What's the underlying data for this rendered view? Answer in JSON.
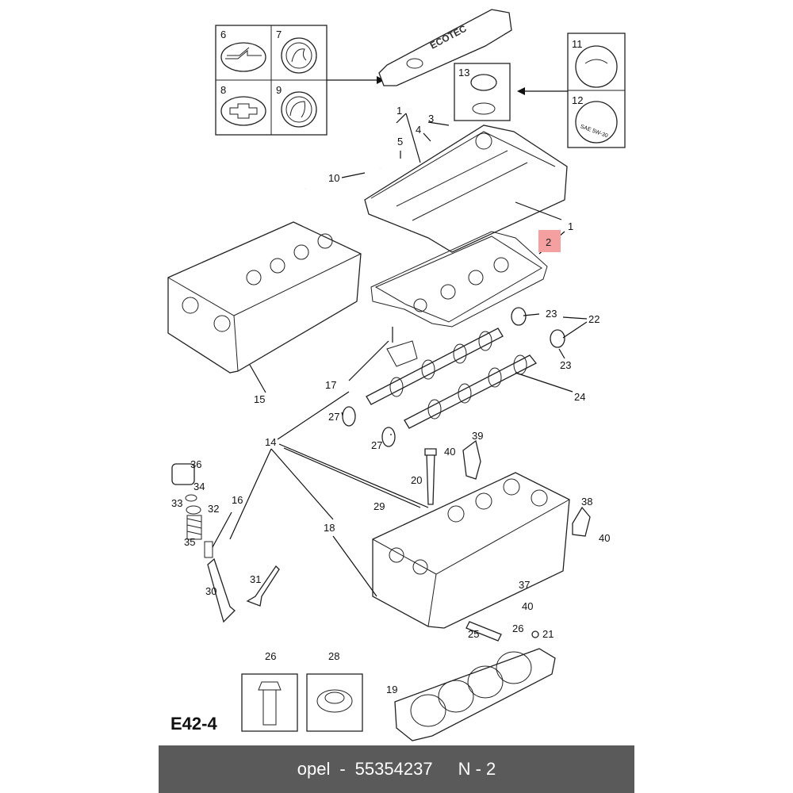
{
  "sheet_code": "E42-4",
  "footer": {
    "brand": "opel",
    "separator": "-",
    "part_number": "55354237",
    "page": "N - 2"
  },
  "highlight_color": "#f4a0a0",
  "footer_bg": "#5a5a5a",
  "engine_cover_text": "ECOTEC",
  "oil_cap_text": "SAE 5W-30",
  "callouts": [
    {
      "id": "c1a",
      "label": "1"
    },
    {
      "id": "c1b",
      "label": "1"
    },
    {
      "id": "c2",
      "label": "2",
      "highlighted": true
    },
    {
      "id": "c3",
      "label": "3"
    },
    {
      "id": "c4",
      "label": "4"
    },
    {
      "id": "c5",
      "label": "5"
    },
    {
      "id": "c6",
      "label": "6"
    },
    {
      "id": "c7",
      "label": "7"
    },
    {
      "id": "c8",
      "label": "8"
    },
    {
      "id": "c9",
      "label": "9"
    },
    {
      "id": "c10",
      "label": "10"
    },
    {
      "id": "c11",
      "label": "11"
    },
    {
      "id": "c12",
      "label": "12"
    },
    {
      "id": "c13",
      "label": "13"
    },
    {
      "id": "c14",
      "label": "14"
    },
    {
      "id": "c15",
      "label": "15"
    },
    {
      "id": "c16",
      "label": "16"
    },
    {
      "id": "c17",
      "label": "17"
    },
    {
      "id": "c18",
      "label": "18"
    },
    {
      "id": "c19",
      "label": "19"
    },
    {
      "id": "c20",
      "label": "20"
    },
    {
      "id": "c21",
      "label": "21"
    },
    {
      "id": "c22",
      "label": "22"
    },
    {
      "id": "c23a",
      "label": "23"
    },
    {
      "id": "c23b",
      "label": "23"
    },
    {
      "id": "c24",
      "label": "24"
    },
    {
      "id": "c25",
      "label": "25"
    },
    {
      "id": "c26a",
      "label": "26"
    },
    {
      "id": "c26b",
      "label": "26"
    },
    {
      "id": "c27a",
      "label": "27"
    },
    {
      "id": "c27b",
      "label": "27"
    },
    {
      "id": "c28",
      "label": "28"
    },
    {
      "id": "c29",
      "label": "29"
    },
    {
      "id": "c30",
      "label": "30"
    },
    {
      "id": "c31",
      "label": "31"
    },
    {
      "id": "c32",
      "label": "32"
    },
    {
      "id": "c33",
      "label": "33"
    },
    {
      "id": "c34",
      "label": "34"
    },
    {
      "id": "c35",
      "label": "35"
    },
    {
      "id": "c36",
      "label": "36"
    },
    {
      "id": "c37",
      "label": "37"
    },
    {
      "id": "c38",
      "label": "38"
    },
    {
      "id": "c39",
      "label": "39"
    },
    {
      "id": "c40a",
      "label": "40"
    },
    {
      "id": "c40b",
      "label": "40"
    },
    {
      "id": "c40c",
      "label": "40"
    }
  ]
}
